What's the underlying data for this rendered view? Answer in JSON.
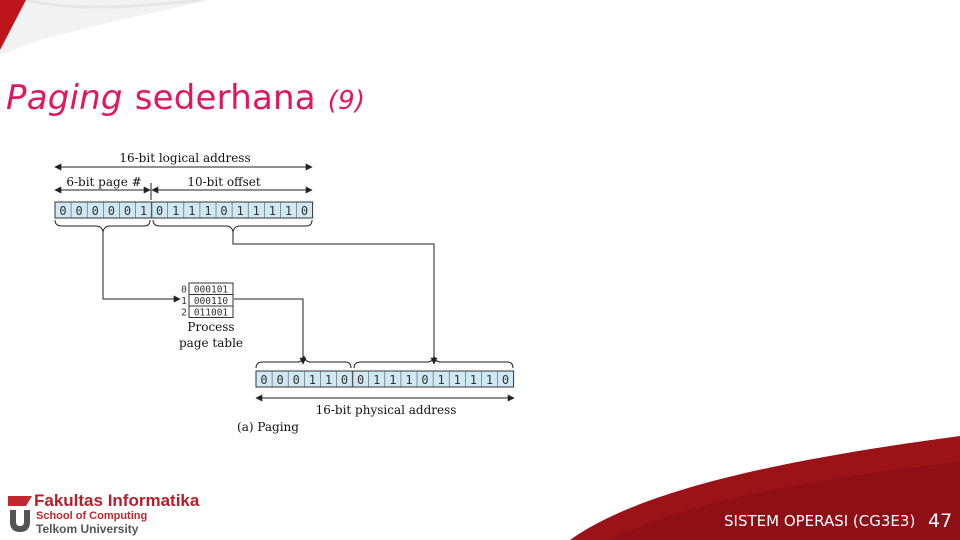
{
  "slide": {
    "title_italic": "Paging",
    "title_rest": "sederhana",
    "title_suffix": "(9)"
  },
  "diagram": {
    "logical_address_label": "16-bit logical address",
    "page_field_label": "6-bit page #",
    "offset_field_label": "10-bit offset",
    "logical_bits": [
      "0",
      "0",
      "0",
      "0",
      "0",
      "1",
      "0",
      "1",
      "1",
      "1",
      "0",
      "1",
      "1",
      "1",
      "1",
      "0"
    ],
    "page_table": {
      "indices": [
        "0",
        "1",
        "2"
      ],
      "entries": [
        "000101",
        "000110",
        "011001"
      ],
      "label_line1": "Process",
      "label_line2": "page table"
    },
    "physical_bits": [
      "0",
      "0",
      "0",
      "1",
      "1",
      "0",
      "0",
      "1",
      "1",
      "1",
      "0",
      "1",
      "1",
      "1",
      "1",
      "0"
    ],
    "physical_address_label": "16-bit physical address",
    "caption": "(a) Paging"
  },
  "footer": {
    "logo_line1": "Fakultas Informatika",
    "logo_line2": "School of Computing",
    "logo_line3": "Telkom University",
    "course_name": "SISTEM OPERASI (CG3E3)",
    "page_number": "47"
  },
  "colors": {
    "title": "#e3155f",
    "accent_red": "#b8141b",
    "bit_cell_fill": "#cfe8f3"
  }
}
